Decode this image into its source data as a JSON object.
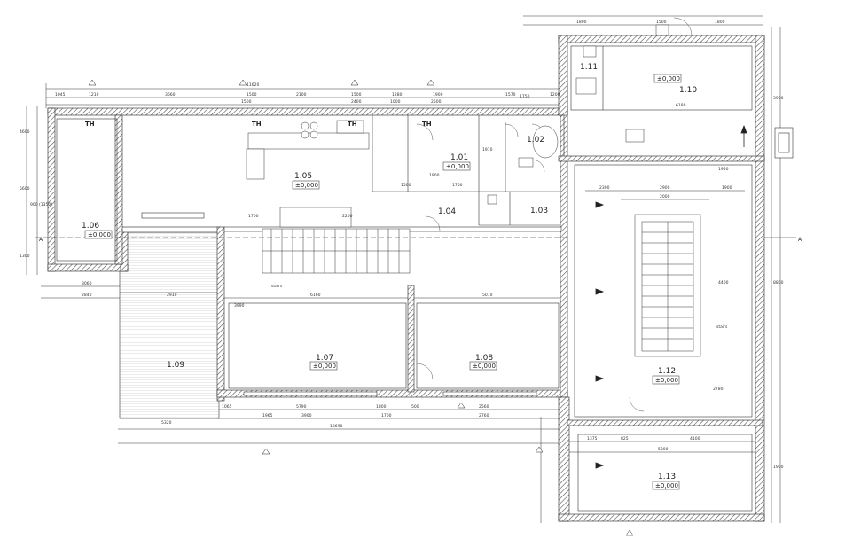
{
  "rooms": [
    {
      "id": "1.01",
      "level": "±0,000"
    },
    {
      "id": "1.02",
      "level": ""
    },
    {
      "id": "1.03",
      "level": ""
    },
    {
      "id": "1.04",
      "level": ""
    },
    {
      "id": "1.05",
      "level": "±0,000"
    },
    {
      "id": "1.06",
      "level": "±0,000"
    },
    {
      "id": "1.07",
      "level": "±0,000"
    },
    {
      "id": "1.08",
      "level": "±0,000"
    },
    {
      "id": "1.09",
      "level": ""
    },
    {
      "id": "1.10",
      "level": "±0,000"
    },
    {
      "id": "1.11",
      "level": ""
    },
    {
      "id": "1.12",
      "level": "±0,000"
    },
    {
      "id": "1.13",
      "level": "±0,000"
    }
  ],
  "thermostat_label": "TH",
  "section_marks": {
    "left": "A",
    "right": "A"
  },
  "dimensions": {
    "top_total": "11620",
    "top_segments": [
      "1045",
      "1210",
      "3660",
      "1500",
      "2100",
      "1500",
      "1280",
      "1900",
      "1570"
    ],
    "top_second_row": [
      "1500",
      "2400",
      "1000",
      "2500"
    ],
    "annex_top": [
      "1800",
      "1500",
      "1800"
    ],
    "annex_inner": [
      "6180"
    ],
    "left_side": [
      "4600",
      "5600",
      "1300"
    ],
    "left_inner": [
      "900 (1350)"
    ],
    "mid_left": [
      "3060",
      "2840",
      "2910"
    ],
    "mid_row": [
      "6160",
      "5070"
    ],
    "living": [
      "3990"
    ],
    "hall": [
      "2300",
      "2900",
      "1900",
      "2000"
    ],
    "hall_side": [
      "4400",
      "2780"
    ],
    "bottom_first": [
      "1065",
      "5790",
      "1800",
      "500",
      "2560"
    ],
    "bottom_second": [
      "1965",
      "3900",
      "1700",
      "2760"
    ],
    "bottom_third": [
      "5320"
    ],
    "bottom_total": "13690",
    "lower_right": [
      "1375",
      "825",
      "4100",
      "5300"
    ],
    "right_side": [
      "3900",
      "8800",
      "1900"
    ],
    "mid_small": [
      "1900",
      "1700",
      "1500",
      "1700",
      "2200",
      "1950",
      "1750",
      "1200",
      "1910"
    ]
  },
  "notes": {
    "stair_annot": "stairs",
    "hall_annot": "stairs"
  }
}
